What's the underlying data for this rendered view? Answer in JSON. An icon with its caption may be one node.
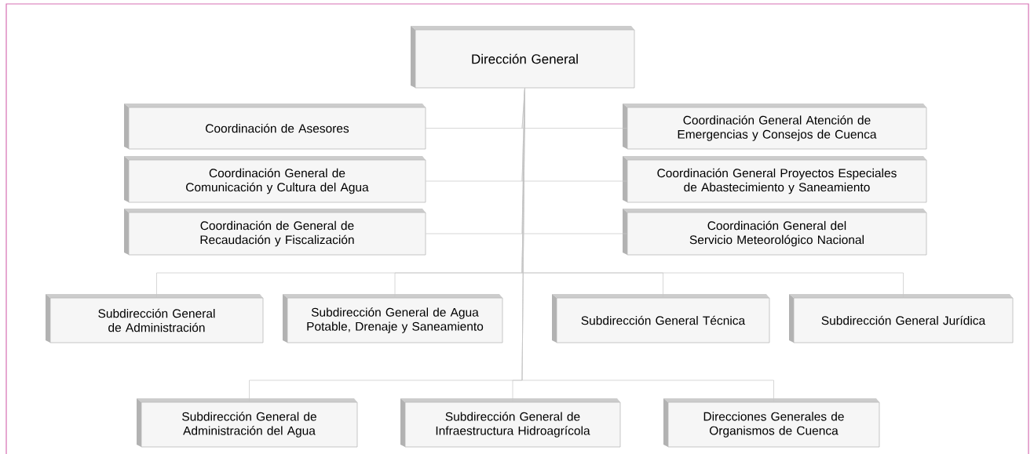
{
  "diagram": {
    "nodes": [
      {
        "text": [
          "Dirección General"
        ]
      },
      {
        "text": [
          "Coordinación de Asesores"
        ]
      },
      {
        "text": [
          "Coordinación General de Comunicación y Cultura del Agua"
        ]
      },
      {
        "text": [
          "Coordinación de General de Recaudación y Fiscalización"
        ]
      },
      {
        "text": [
          "Coordinación General Atención de Emergencias y Consejos de Cuenca"
        ]
      },
      {
        "text": [
          "Coordinación General Proyectos Especiales de Abastecimiento y Saneamiento"
        ]
      },
      {
        "text": [
          "Coordinación General del Servicio Meteorológico Nacional"
        ]
      },
      {
        "text": [
          "Subdirección General de Administración"
        ]
      },
      {
        "text": [
          "Subdirección General de Agua Potable, Drenaje y Saneamiento"
        ]
      },
      {
        "text": [
          "Subdirección General Técnica"
        ]
      },
      {
        "text": [
          "Subdirección General Jurídica"
        ]
      },
      {
        "text": [
          "Subdirección General de Administración del Agua"
        ]
      },
      {
        "text": [
          "Subdirección General de Infraestructura Hidroagrícola"
        ]
      },
      {
        "text": [
          "Direcciones Generales de Organismos de Cuenca"
        ]
      }
    ],
    "edges": [
      {
        "from": 0,
        "to": 1,
        "arrow": "none"
      },
      {
        "from": 0,
        "to": 2,
        "arrow": "none"
      },
      {
        "from": 0,
        "to": 3,
        "arrow": "none"
      },
      {
        "from": 0,
        "to": 4,
        "arrow": "none"
      },
      {
        "from": 0,
        "to": 5,
        "arrow": "none"
      },
      {
        "from": 0,
        "to": 6,
        "arrow": "none"
      },
      {
        "from": 0,
        "to": 7,
        "arrow": "none"
      },
      {
        "from": 0,
        "to": 8,
        "arrow": "none"
      },
      {
        "from": 0,
        "to": 9,
        "arrow": "none"
      },
      {
        "from": 0,
        "to": 10,
        "arrow": "none"
      },
      {
        "from": 0,
        "to": 11,
        "arrow": "none"
      },
      {
        "from": 0,
        "to": 12,
        "arrow": "none"
      },
      {
        "from": 0,
        "to": 13,
        "arrow": "none"
      }
    ]
  }
}
